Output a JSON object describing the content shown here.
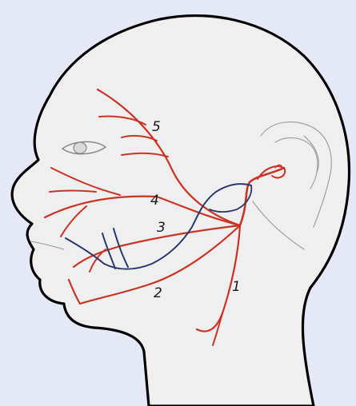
{
  "diagram": {
    "colors": {
      "background": "#e4e8f7",
      "head_fill": "#efefef",
      "outline": "#000000",
      "nerve_red": "#cc3322",
      "nerve_blue": "#2a3870",
      "sketch_gray": "#9a9a9a"
    },
    "branch_labels": [
      {
        "id": "b1",
        "text": "1"
      },
      {
        "id": "b2",
        "text": "2"
      },
      {
        "id": "b3",
        "text": "3"
      },
      {
        "id": "b4",
        "text": "4"
      },
      {
        "id": "b5",
        "text": "5"
      }
    ]
  }
}
